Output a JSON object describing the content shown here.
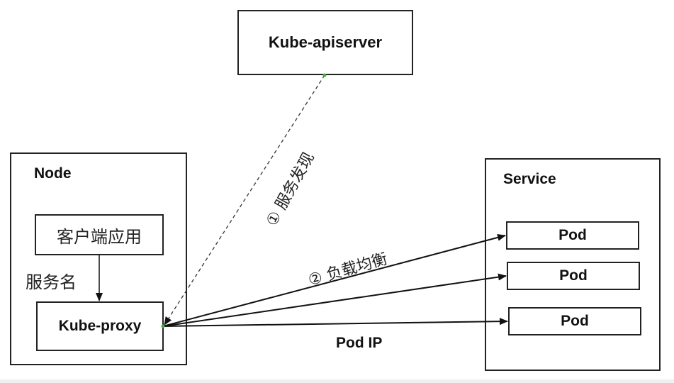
{
  "apiserver": {
    "label": "Kube-apiserver"
  },
  "node": {
    "title": "Node",
    "client_app": "客户端应用",
    "service_name_label": "服务名",
    "kube_proxy": "Kube-proxy"
  },
  "service": {
    "title": "Service",
    "pods": [
      "Pod",
      "Pod",
      "Pod"
    ]
  },
  "edges": {
    "discovery_label": "① 服务发现",
    "load_balance_label": "② 负载均衡",
    "pod_ip_label": "Pod IP"
  },
  "colors": {
    "line": "#111111",
    "anchor_dot": "#3cb43c",
    "bottom_strip": "#f0f0f0"
  }
}
